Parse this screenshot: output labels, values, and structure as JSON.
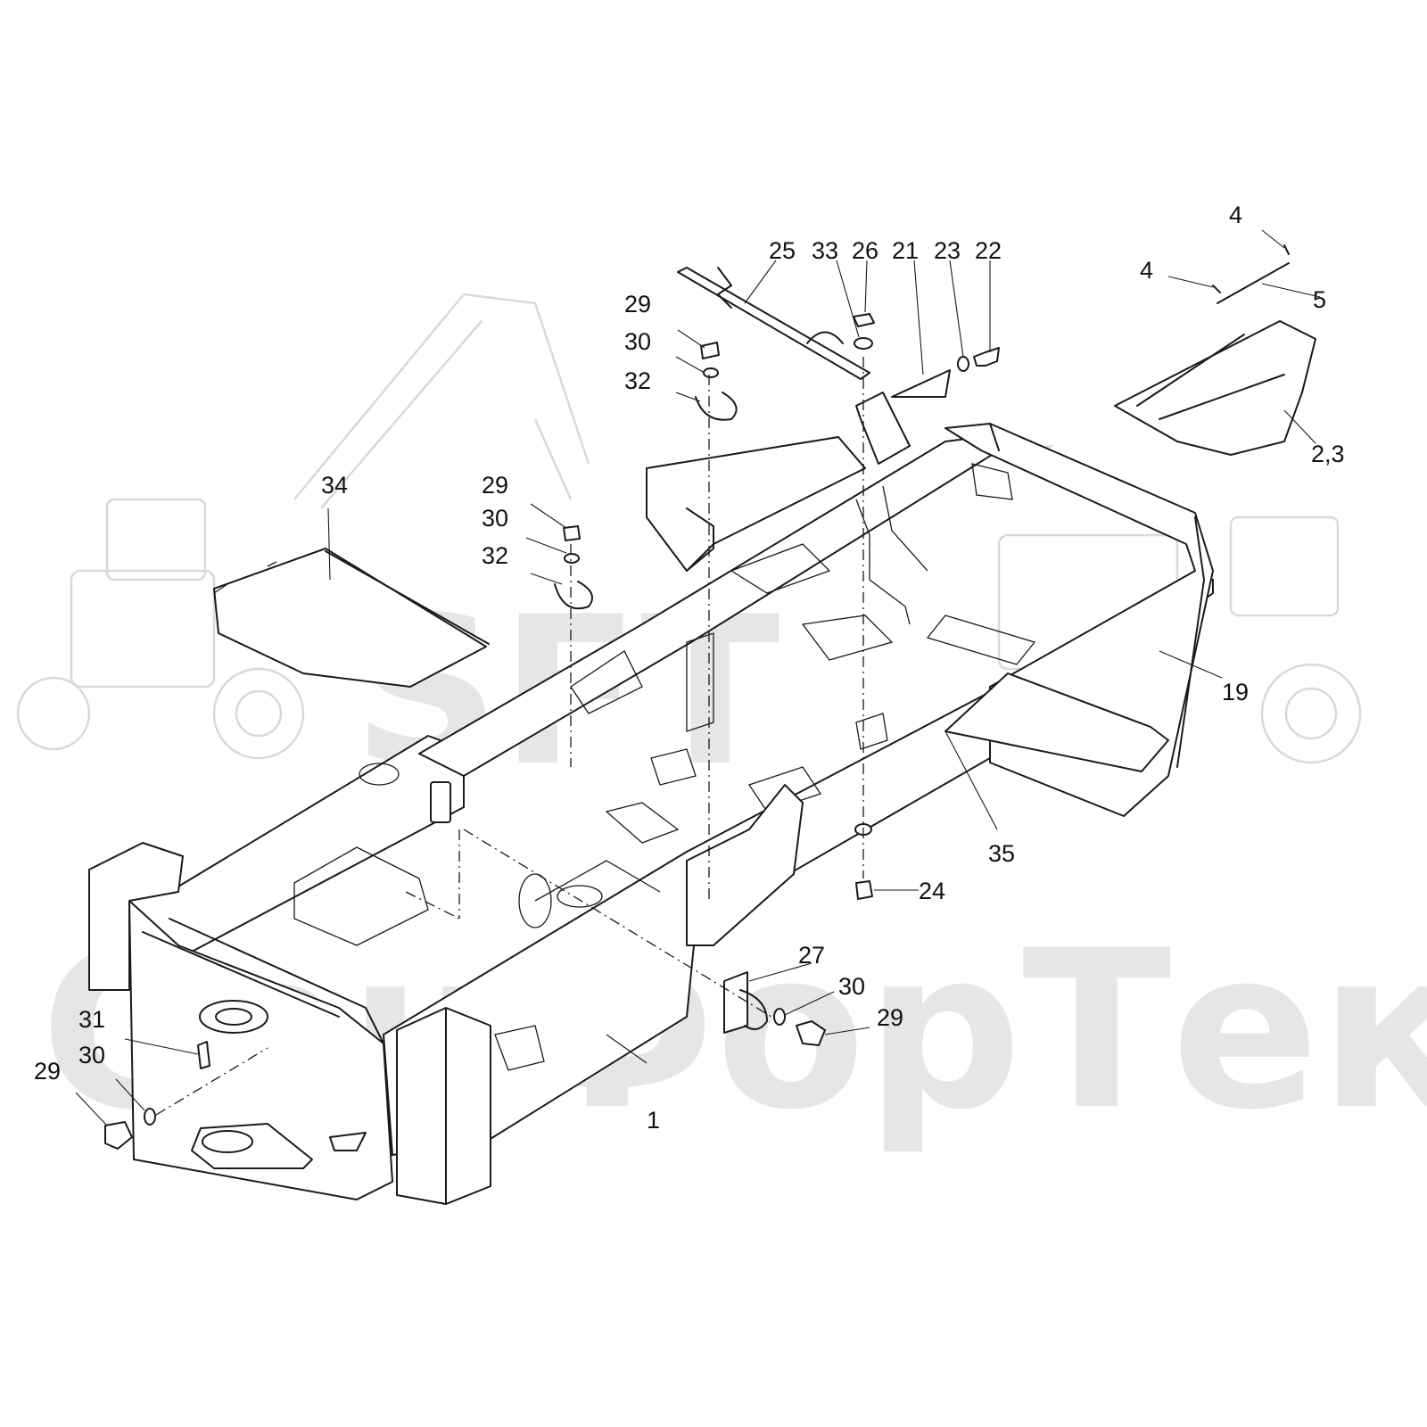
{
  "watermark": {
    "logo_text": "SFT",
    "brand_text": "СанФорТек"
  },
  "callouts": [
    {
      "id": "c-1",
      "text": "1"
    },
    {
      "id": "c-2-3",
      "text": "2,3"
    },
    {
      "id": "c-4a",
      "text": "4"
    },
    {
      "id": "c-4b",
      "text": "4"
    },
    {
      "id": "c-5",
      "text": "5"
    },
    {
      "id": "c-19",
      "text": "19"
    },
    {
      "id": "c-21",
      "text": "21"
    },
    {
      "id": "c-22",
      "text": "22"
    },
    {
      "id": "c-23",
      "text": "23"
    },
    {
      "id": "c-24",
      "text": "24"
    },
    {
      "id": "c-25",
      "text": "25"
    },
    {
      "id": "c-26",
      "text": "26"
    },
    {
      "id": "c-27",
      "text": "27"
    },
    {
      "id": "c-29a",
      "text": "29"
    },
    {
      "id": "c-30a",
      "text": "30"
    },
    {
      "id": "c-32a",
      "text": "32"
    },
    {
      "id": "c-29b",
      "text": "29"
    },
    {
      "id": "c-30b",
      "text": "30"
    },
    {
      "id": "c-32b",
      "text": "32"
    },
    {
      "id": "c-29c",
      "text": "29"
    },
    {
      "id": "c-30c",
      "text": "30"
    },
    {
      "id": "c-29d",
      "text": "29"
    },
    {
      "id": "c-30d",
      "text": "30"
    },
    {
      "id": "c-31",
      "text": "31"
    },
    {
      "id": "c-33",
      "text": "33"
    },
    {
      "id": "c-34",
      "text": "34"
    },
    {
      "id": "c-35",
      "text": "35"
    }
  ]
}
